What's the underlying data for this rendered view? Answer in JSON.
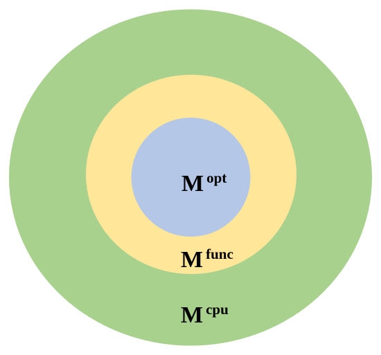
{
  "diagram": {
    "type": "nested-circles",
    "colors": {
      "background": "#ffffff",
      "outer": "#a9d18e",
      "middle": "#ffe699",
      "inner": "#b4c7e7",
      "text": "#000000"
    },
    "layers": [
      {
        "id": "outer",
        "base": "M",
        "superscript": "cpu"
      },
      {
        "id": "middle",
        "base": "M",
        "superscript": "func"
      },
      {
        "id": "inner",
        "base": "M",
        "superscript": "opt"
      }
    ]
  }
}
